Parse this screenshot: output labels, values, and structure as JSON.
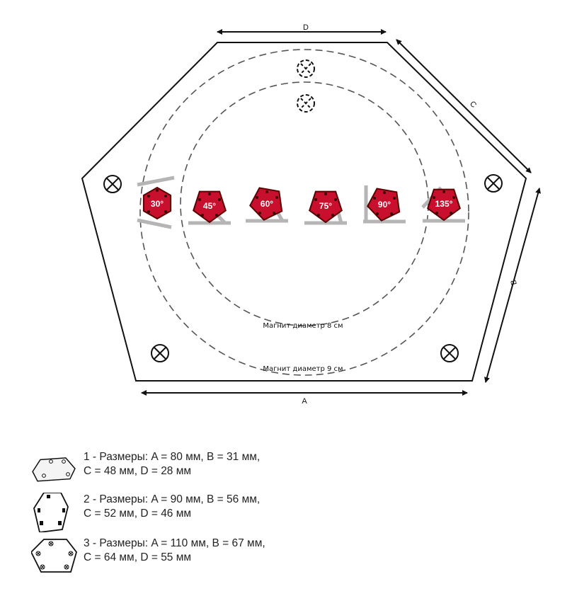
{
  "diagram": {
    "dimension_labels": {
      "A": "A",
      "B": "B",
      "C": "C",
      "D": "D"
    },
    "ring_labels": {
      "inner": "Магнит диаметр 8 см",
      "outer": "Магнит диаметр 9 см"
    },
    "magnets": [
      {
        "label": "30°",
        "angle": 30
      },
      {
        "label": "45°",
        "angle": 45
      },
      {
        "label": "60°",
        "angle": 60
      },
      {
        "label": "75°",
        "angle": 75
      },
      {
        "label": "90°",
        "angle": 90
      },
      {
        "label": "135°",
        "angle": 135
      }
    ],
    "colors": {
      "magnet": "#c8102e",
      "guide": "#b5b5b5",
      "outline": "#111111"
    }
  },
  "legend": {
    "items": [
      {
        "line1": "1 - Размеры: A = 80 мм, B = 31 мм,",
        "line2": "C = 48 мм, D = 28 мм",
        "icon": "flat-hexagon-icon"
      },
      {
        "line1": "2 - Размеры: A = 90 мм, B = 56 мм,",
        "line2": "C = 52 мм, D = 46 мм",
        "icon": "tall-hexagon-icon"
      },
      {
        "line1": "3 - Размеры: A = 110 мм, B = 67 мм,",
        "line2": "C = 64 мм, D = 55 мм",
        "icon": "wide-hexagon-icon"
      }
    ]
  }
}
